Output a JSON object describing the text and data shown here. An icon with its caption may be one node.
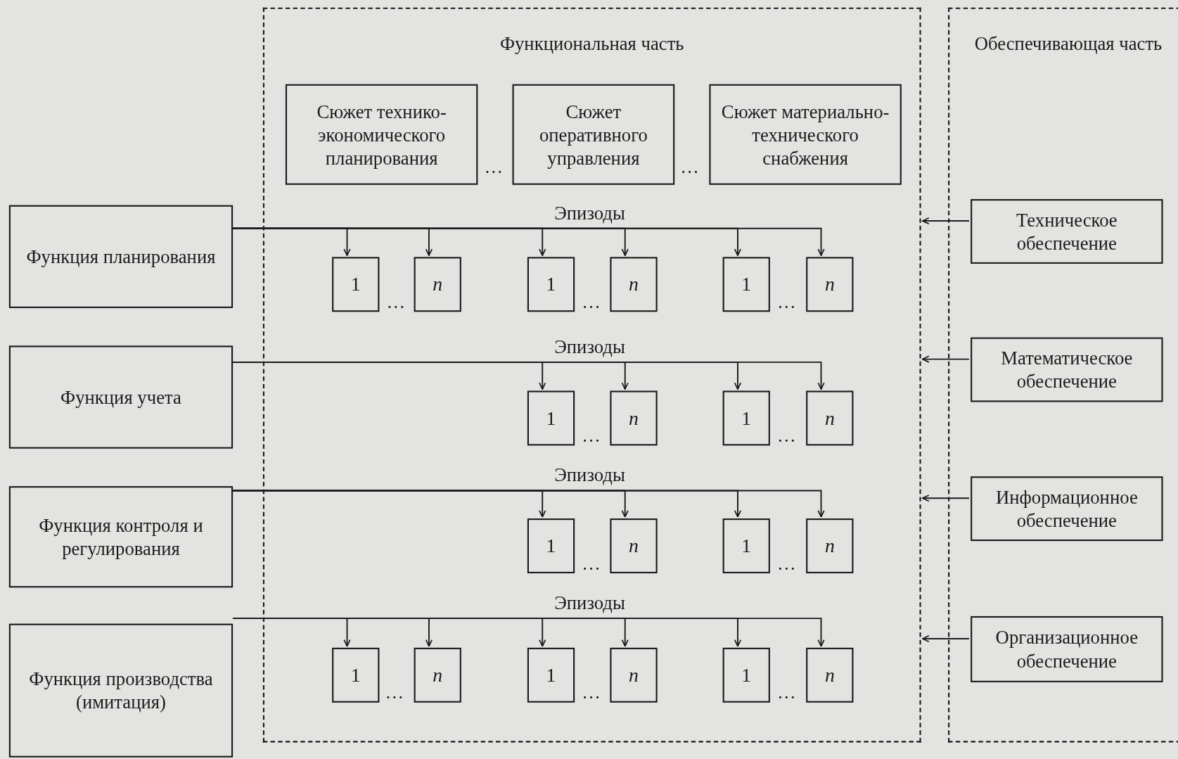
{
  "diagram": {
    "nodes": [
      {
        "text": [
          "Функциональная часть"
        ]
      },
      {
        "text": [
          "Обеспечивающая часть"
        ]
      },
      {
        "text": [
          "Сюжет технико-экономического планирования"
        ],
        "in": 0
      },
      {
        "text": [
          "Сюжет оперативного управления"
        ],
        "in": 0
      },
      {
        "text": [
          "Сюжет материально-технического снабжения"
        ],
        "in": 0
      },
      {
        "text": [
          "Функция планирования"
        ]
      },
      {
        "text": [
          "1"
        ],
        "in": 0
      },
      {
        "text": [
          "n"
        ],
        "in": 0
      },
      {
        "text": [
          "1"
        ],
        "in": 0
      },
      {
        "text": [
          "n"
        ],
        "in": 0
      },
      {
        "text": [
          "1"
        ],
        "in": 0
      },
      {
        "text": [
          "n"
        ],
        "in": 0
      },
      {
        "text": [
          "Техническое обеспечение"
        ],
        "in": 1
      },
      {
        "text": [
          "Функция учета"
        ]
      },
      {
        "text": [
          "1"
        ],
        "in": 0
      },
      {
        "text": [
          "n"
        ],
        "in": 0
      },
      {
        "text": [
          "1"
        ],
        "in": 0
      },
      {
        "text": [
          "n"
        ],
        "in": 0
      },
      {
        "text": [
          "Математическое обеспечение"
        ],
        "in": 1
      },
      {
        "text": [
          "Функция контроля и регулирования"
        ]
      },
      {
        "text": [
          "1"
        ],
        "in": 0
      },
      {
        "text": [
          "n"
        ],
        "in": 0
      },
      {
        "text": [
          "1"
        ],
        "in": 0
      },
      {
        "text": [
          "n"
        ],
        "in": 0
      },
      {
        "text": [
          "Информационное обеспечение"
        ],
        "in": 1
      },
      {
        "text": [
          "Функция производства (имитация)"
        ]
      },
      {
        "text": [
          "1"
        ],
        "in": 0
      },
      {
        "text": [
          "n"
        ],
        "in": 0
      },
      {
        "text": [
          "1"
        ],
        "in": 0
      },
      {
        "text": [
          "n"
        ],
        "in": 0
      },
      {
        "text": [
          "1"
        ],
        "in": 0
      },
      {
        "text": [
          "n"
        ],
        "in": 0
      },
      {
        "text": [
          "Организационное обеспечение"
        ],
        "in": 1
      }
    ],
    "edges": [
      {
        "from": 5,
        "to": 6,
        "arrow": "to"
      },
      {
        "from": 5,
        "to": 7,
        "arrow": "to"
      },
      {
        "from": 5,
        "to": 8,
        "arrow": "to"
      },
      {
        "from": 5,
        "to": 9,
        "arrow": "to"
      },
      {
        "from": 5,
        "to": 10,
        "arrow": "to"
      },
      {
        "from": 5,
        "to": 11,
        "arrow": "to"
      },
      {
        "from": 12,
        "to": 0,
        "arrow": "to"
      },
      {
        "from": 13,
        "to": 14,
        "arrow": "to"
      },
      {
        "from": 13,
        "to": 15,
        "arrow": "to"
      },
      {
        "from": 13,
        "to": 16,
        "arrow": "to"
      },
      {
        "from": 13,
        "to": 17,
        "arrow": "to"
      },
      {
        "from": 18,
        "to": 0,
        "arrow": "to"
      },
      {
        "from": 19,
        "to": 20,
        "arrow": "to"
      },
      {
        "from": 19,
        "to": 21,
        "arrow": "to"
      },
      {
        "from": 19,
        "to": 22,
        "arrow": "to"
      },
      {
        "from": 19,
        "to": 23,
        "arrow": "to"
      },
      {
        "from": 24,
        "to": 0,
        "arrow": "to"
      },
      {
        "from": 25,
        "to": 26,
        "arrow": "to"
      },
      {
        "from": 25,
        "to": 27,
        "arrow": "to"
      },
      {
        "from": 25,
        "to": 28,
        "arrow": "to"
      },
      {
        "from": 25,
        "to": 29,
        "arrow": "to"
      },
      {
        "from": 25,
        "to": 30,
        "arrow": "to"
      },
      {
        "from": 25,
        "to": 31,
        "arrow": "to"
      },
      {
        "from": 32,
        "to": 0,
        "arrow": "to"
      }
    ],
    "labels": [
      "…",
      "…",
      "Эпизоды",
      "…",
      "…",
      "…",
      "Эпизоды",
      "…",
      "…",
      "Эпизоды",
      "…",
      "…",
      "Эпизоды",
      "…",
      "…",
      "…"
    ]
  }
}
